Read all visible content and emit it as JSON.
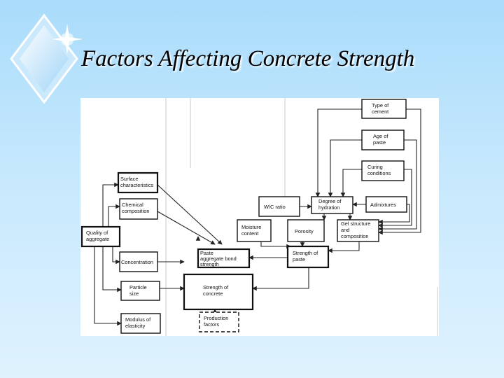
{
  "slide": {
    "title": "Factors Affecting Concrete Strength"
  },
  "logo": {
    "icon": "diamond-sparkle-icon"
  },
  "diagram": {
    "nodes": {
      "type_of_cement": [
        "Type of",
        "cement"
      ],
      "age_of_paste": [
        "Age of",
        "paste"
      ],
      "curing_conditions": [
        "Curing",
        "conditions"
      ],
      "wc_ratio": [
        "W/C ratio"
      ],
      "degree_of_hydration": [
        "Degree of",
        "hydration"
      ],
      "admixtures": [
        "Admixtures"
      ],
      "moisture_content": [
        "Moisture",
        "content"
      ],
      "porosity": [
        "Porosity"
      ],
      "gel_structure": [
        "Gel structure",
        "and",
        "composition"
      ],
      "strength_of_paste": [
        "Strength of",
        "paste"
      ],
      "surface_characteristics": [
        "Surface",
        "characteristics"
      ],
      "chemical_composition": [
        "Chemical",
        "composition"
      ],
      "quality_of_aggregate": [
        "Quality of",
        "aggregate"
      ],
      "concentration": [
        "Concentration"
      ],
      "paste_aggregate_bond": [
        "Paste",
        "aggregate bond",
        "strength"
      ],
      "particle_size": [
        "Particle",
        "size"
      ],
      "strength_of_concrete": [
        "Strength of",
        "concrete"
      ],
      "modulus_of_elasticity": [
        "Modulus of",
        "elasticity"
      ],
      "production_factors": [
        "Production",
        "factors"
      ]
    }
  }
}
